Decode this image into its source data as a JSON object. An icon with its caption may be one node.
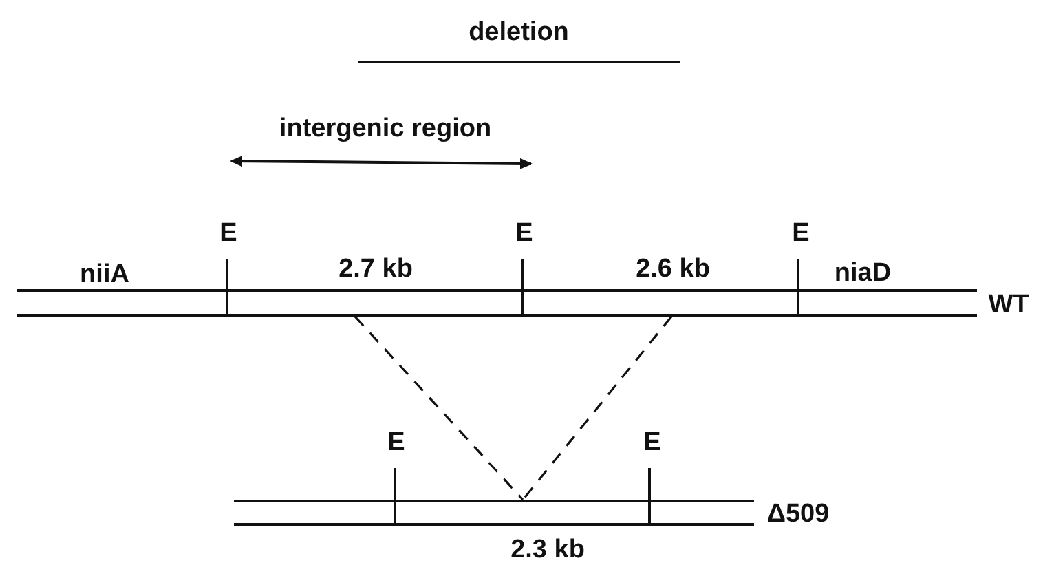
{
  "diagram": {
    "nodes": [
      {
        "text": [],
        "shape": "bar",
        "beside": [
          "WT"
        ]
      },
      {
        "text": [],
        "shape": "bar",
        "beside": [
          "Δ509"
        ]
      }
    ],
    "edges": [
      {
        "from": 0,
        "to": 1,
        "arrow": "none",
        "style": "dashed"
      },
      {
        "from": 0,
        "to": 1,
        "arrow": "none",
        "style": "dashed"
      }
    ],
    "labels": [
      "deletion",
      "intergenic region",
      "E",
      "E",
      "E",
      "niiA",
      "2.7 kb",
      "2.6 kb",
      "niaD",
      "E",
      "E",
      "2.3 kb"
    ]
  }
}
